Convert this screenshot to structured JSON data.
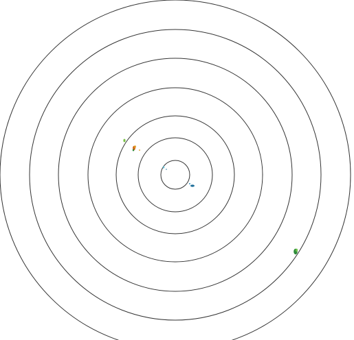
{
  "display": {
    "background_color": "#ffffff",
    "ring_color": "#333333",
    "ring_count": 7
  },
  "echoes": [
    {
      "name": "echo-upper-left",
      "colors": [
        "#2e8b3a",
        "#7cc24a",
        "#e0a020",
        "#d2691e"
      ]
    },
    {
      "name": "echo-center",
      "colors": [
        "#5fb3c8",
        "#2a7fa8"
      ]
    },
    {
      "name": "echo-right-center",
      "colors": [
        "#1f6f9a",
        "#3a9ac8"
      ]
    },
    {
      "name": "echo-lower-right",
      "colors": [
        "#2e8b3a",
        "#6cc04a"
      ]
    }
  ]
}
